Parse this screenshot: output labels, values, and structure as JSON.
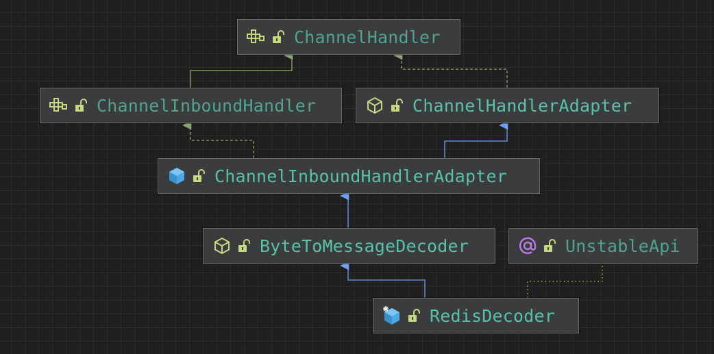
{
  "diagram": {
    "nodes": [
      {
        "id": "n1",
        "label": "ChannelHandler",
        "kind": "interface",
        "icon": "interface-icon"
      },
      {
        "id": "n2",
        "label": "ChannelInboundHandler",
        "kind": "interface",
        "icon": "interface-icon"
      },
      {
        "id": "n3",
        "label": "ChannelHandlerAdapter",
        "kind": "abstract-class",
        "icon": "abstract-class-icon"
      },
      {
        "id": "n4",
        "label": "ChannelInboundHandlerAdapter",
        "kind": "class",
        "icon": "class-icon"
      },
      {
        "id": "n5",
        "label": "ByteToMessageDecoder",
        "kind": "abstract-class",
        "icon": "abstract-class-icon"
      },
      {
        "id": "n6",
        "label": "UnstableApi",
        "kind": "annotation",
        "icon": "annotation-icon"
      },
      {
        "id": "n7",
        "label": "RedisDecoder",
        "kind": "class",
        "icon": "class-icon"
      }
    ],
    "edges": [
      {
        "from": "n2",
        "to": "n1",
        "type": "extends-interface"
      },
      {
        "from": "n3",
        "to": "n1",
        "type": "implements"
      },
      {
        "from": "n4",
        "to": "n2",
        "type": "implements"
      },
      {
        "from": "n4",
        "to": "n3",
        "type": "extends"
      },
      {
        "from": "n5",
        "to": "n4",
        "type": "extends"
      },
      {
        "from": "n7",
        "to": "n5",
        "type": "extends"
      },
      {
        "from": "n7",
        "to": "n6",
        "type": "annotated-by"
      }
    ],
    "colors": {
      "background": "#1f1f1f",
      "node_fill": "#3b3c3e",
      "node_border": "#6c6d70",
      "class_text": "#58c3a4",
      "interface_text": "#4fa58c",
      "extends_edge": "#6f9ff2",
      "implements_edge": "#8aa86a",
      "annotation_edge": "#b8ac3c",
      "lock_color": "#c6d87e",
      "interface_icon": "#c6d87e",
      "class_icon": "#4ca8e6",
      "annotation_icon": "#b57ee0"
    }
  }
}
